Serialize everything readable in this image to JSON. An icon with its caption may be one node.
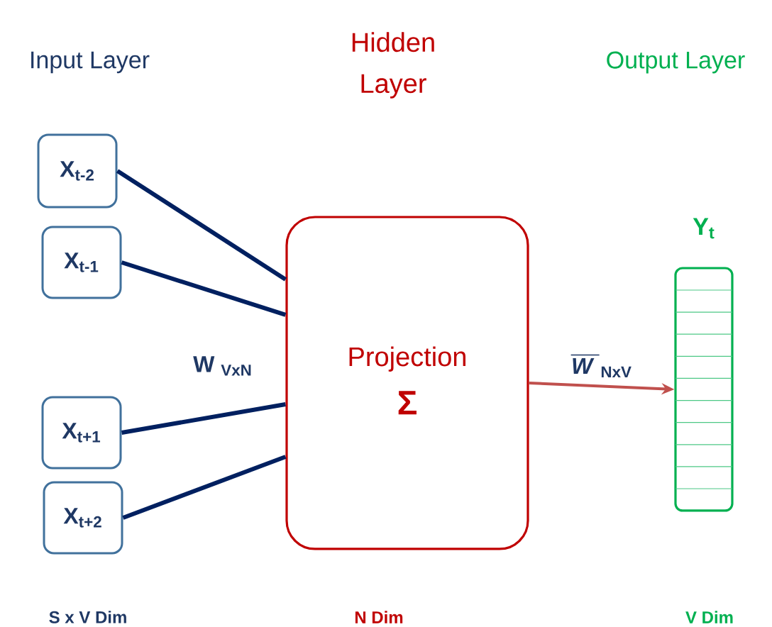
{
  "diagram": {
    "nodes": [
      {
        "text": [
          "X$_{t-2}$"
        ]
      },
      {
        "text": [
          "X$_{t-1}$"
        ]
      },
      {
        "text": [
          "X$_{t+1}$"
        ]
      },
      {
        "text": [
          "X$_{t+2}$"
        ]
      },
      {
        "text": [
          "Projection",
          "Σ"
        ]
      },
      {
        "text": [],
        "shape": "bar",
        "beside": [
          "Y$_{t}$"
        ]
      }
    ],
    "edges": [
      {
        "from": 0,
        "to": 4,
        "arrow": "none"
      },
      {
        "from": 1,
        "to": 4,
        "arrow": "none"
      },
      {
        "from": 2,
        "to": 4,
        "arrow": "none"
      },
      {
        "from": 3,
        "to": 4,
        "arrow": "none"
      },
      {
        "from": 4,
        "to": 5,
        "arrow": "to",
        "label": "*W* $_{NxV}$",
        "color": "#c0504d"
      }
    ],
    "labels": [
      "Input Layer",
      "Hidden Layer",
      "Output Layer",
      "W $_{VxN}$",
      "S x V  Dim",
      "N Dim",
      "V Dim"
    ]
  }
}
